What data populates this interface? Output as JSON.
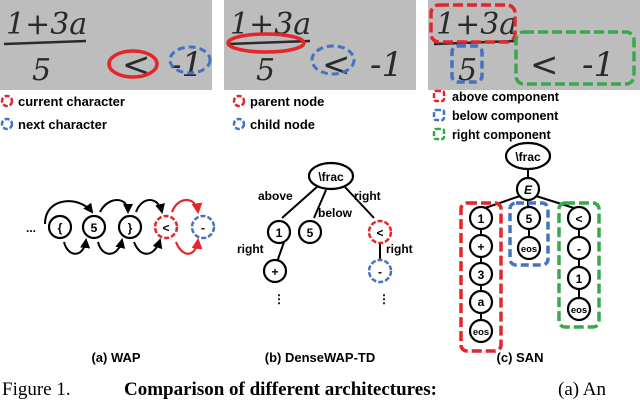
{
  "colors": {
    "red": "#e4262b",
    "blue": "#4472c4",
    "green": "#3aa84a",
    "photo_bg": "#bdbdbd"
  },
  "photo": {
    "fraction_numerator": "1+3a",
    "fraction_denominator": "5",
    "relation": "<",
    "right_part": "-1"
  },
  "legends": {
    "wap": [
      "current character",
      "next character"
    ],
    "tree": [
      "parent node",
      "child node"
    ],
    "san": [
      "above component",
      "below component",
      "right component"
    ]
  },
  "wap": {
    "ellipsis": "...",
    "nodes": [
      "{",
      "5",
      "}",
      "<",
      "-"
    ]
  },
  "densewap": {
    "root": "\\frac",
    "edge_labels": {
      "above": "above",
      "below": "below",
      "right_top": "right",
      "right_left": "right",
      "right_mid": "right"
    },
    "nodes": {
      "n1": "1",
      "n5": "5",
      "lt": "<",
      "plus": "+",
      "minus": "-"
    },
    "ellipsis": "⋮"
  },
  "san": {
    "root": "\\frac",
    "mid": "E",
    "above": [
      "1",
      "+",
      "3",
      "a",
      "eos"
    ],
    "below": [
      "5",
      "eos"
    ],
    "right": [
      "<",
      "-",
      "1",
      "eos"
    ]
  },
  "subcaptions": [
    "(a) WAP",
    "(b) DenseWAP-TD",
    "(c) SAN"
  ],
  "caption": {
    "prefix": "Figure 1.",
    "bold": "Comparison of different architectures:",
    "rest": "(a) An"
  }
}
